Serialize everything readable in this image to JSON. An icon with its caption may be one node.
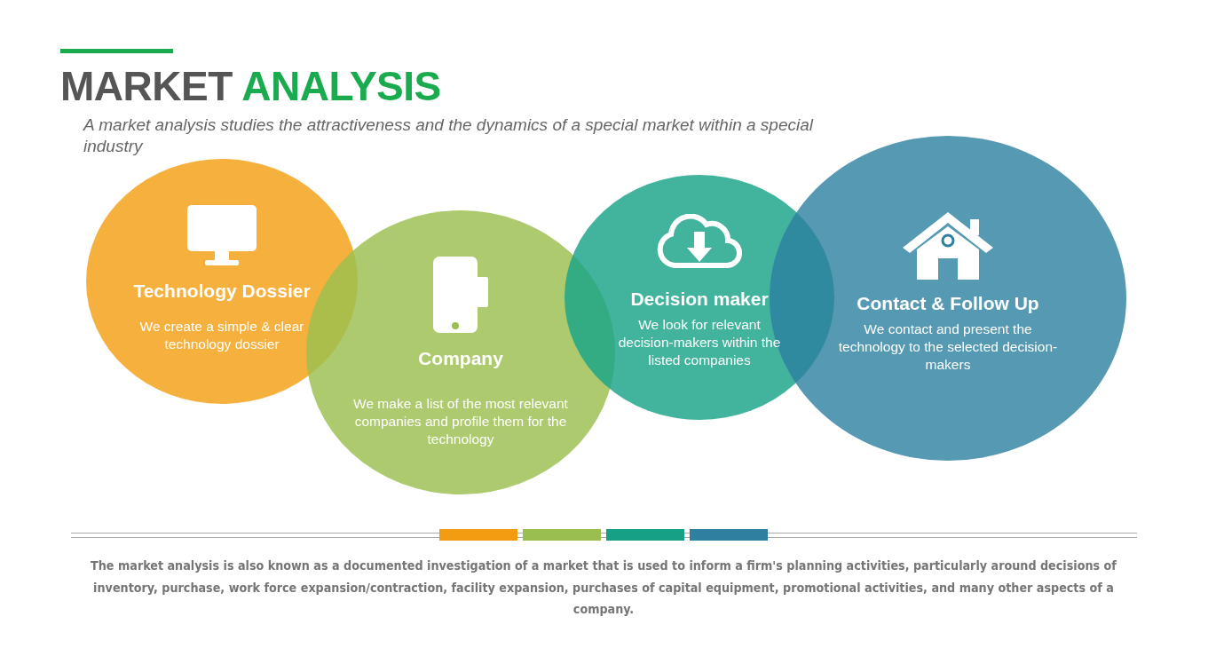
{
  "diagram": {
    "title": "MARKET ANALYSIS",
    "nodes": [
      {
        "text": [
          "Technology Dossier",
          "We create a simple & clear technology dossier"
        ]
      },
      {
        "text": [
          "Company",
          "We make a list of the most relevant companies and profile them for the technology"
        ]
      },
      {
        "text": [
          "Decision maker",
          "We look for relevant decision-makers within the listed companies"
        ]
      },
      {
        "text": [
          "Contact & Follow Up",
          "We contact and present the technology to the selected decision-makers"
        ]
      }
    ],
    "edges": [],
    "labels": [
      "A market analysis studies the attractiveness and the dynamics of a special market within a special industry",
      "The market analysis is also known as a documented investigation of a market that is used to inform a firm's planning activities, particularly around decisions of inventory, purchase, work force expansion/contraction, facility expansion, purchases of capital equipment, promotional activities, and many other aspects of a company."
    ]
  }
}
